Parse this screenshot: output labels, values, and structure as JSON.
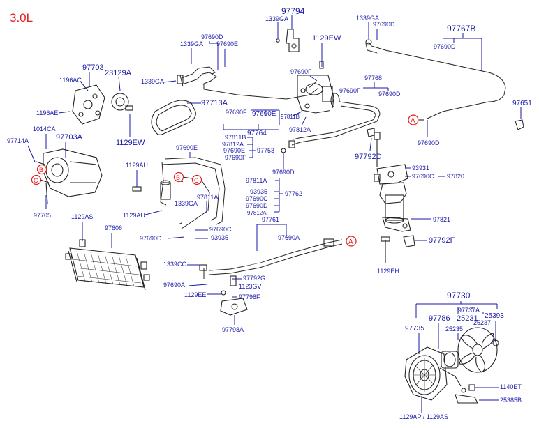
{
  "header": {
    "engine": "3.0L"
  },
  "colors": {
    "label": "#1a1aa8",
    "accent": "#e41d1d",
    "line": "#222222"
  },
  "callouts": {
    "a": "A",
    "b": "B",
    "c": "C"
  },
  "labels": {
    "p97794": "97794",
    "p1339ga_a": "1339GA",
    "p1129ew_a": "1129EW",
    "p1339ga_b": "1339GA",
    "p97690d_a": "97690D",
    "p97767b": "97767B",
    "p97690d_b": "97690D",
    "p1339ga_c": "1339GA",
    "p97690d_c": "97690D",
    "p97690e_a": "97690E",
    "p97703": "97703",
    "p23129a": "23129A",
    "p1196ac": "1196AC",
    "p1339ga_d": "1339GA",
    "p97713a": "97713A",
    "p97690f_a": "97690F",
    "p97768": "97768",
    "p97690f_b": "97690F",
    "p97690d_d": "97690D",
    "p1196ae": "1196AE",
    "p97690f_c": "97690F",
    "p97690e_b": "97690E",
    "p97811b": "97811B",
    "p97651": "97651",
    "p97812a_a": "97812A",
    "p1129ew_b": "1129EW",
    "p97764": "97764",
    "p1014ca": "1014CA",
    "p97703a": "97703A",
    "p97714a": "97714A",
    "p97811b_b": "97811B",
    "p97812a_b": "97812A",
    "p97690e_c": "97690E",
    "p97753": "97753",
    "p97690f_d": "97690F",
    "p97690d_e": "97690D",
    "p97690e_d": "97690E",
    "p97792d": "97792D",
    "p1129au_a": "1129AU",
    "p97690d_f": "97690D",
    "p93931": "93931",
    "p97690c_a": "97690C",
    "p97820": "97820",
    "p97811a_a": "97811A",
    "p93935_a": "93935",
    "p97762": "97762",
    "p97690c_b": "97690C",
    "p97690d_g": "97690D",
    "p97812a_c": "97812A",
    "p1129au_b": "1129AU",
    "p1339ga_e": "1339GA",
    "p97811a_b": "97811A",
    "p97705": "97705",
    "p1129as": "1129AS",
    "p97606": "97606",
    "p97761": "97761",
    "p97821": "97821",
    "p97690d_h": "97690D",
    "p97690c_c": "97690C",
    "p93935_b": "93935",
    "p97690a_a": "97690A",
    "p97792f": "97792F",
    "p1339cc": "1339CC",
    "p1129eh": "1129EH",
    "p97792g": "97792G",
    "p97690a_b": "97690A",
    "p1123gv": "1123GV",
    "p1129ee": "1129EE",
    "p97798f": "97798F",
    "p97798a": "97798A",
    "p97730": "97730",
    "p97786": "97786",
    "p97737a": "97737A",
    "p25393": "25393",
    "p25231": "25231",
    "p97735": "97735",
    "p25235": "25235",
    "p25237": "25237",
    "p1140et": "1140ET",
    "p25385b": "25385B",
    "p1129ap": "1129AP / 1129AS"
  }
}
